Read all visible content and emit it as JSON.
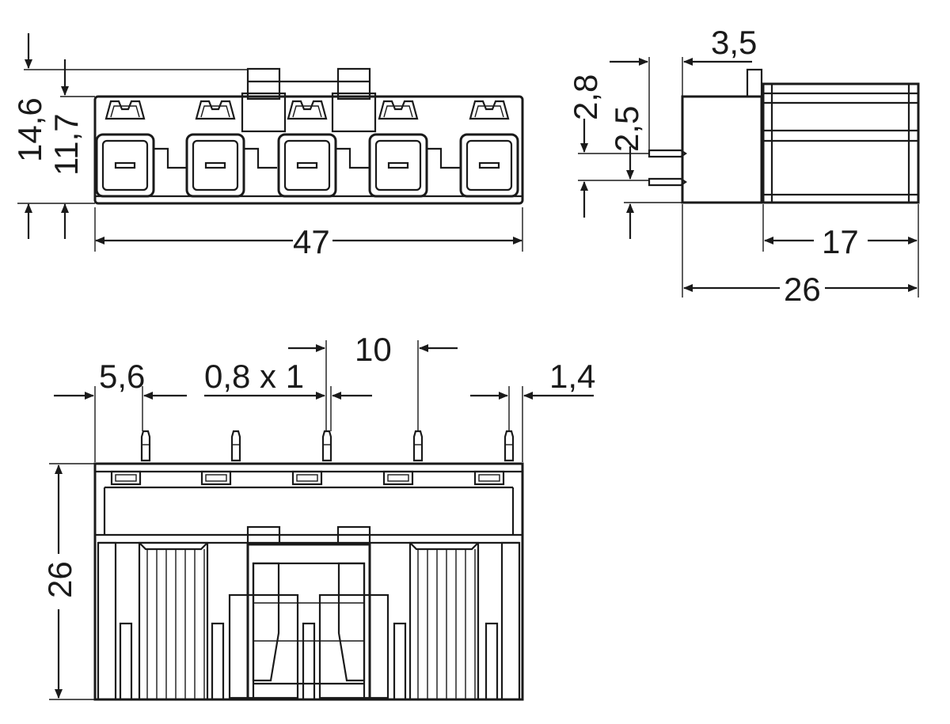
{
  "dimensions": {
    "height_total": "14,6",
    "height_body": "11,7",
    "width": "47",
    "pin_offset": "2,8",
    "pin_offset_inner": "2,5",
    "flange": "3,5",
    "depth_body": "17",
    "depth_total": "26",
    "pitch": "10",
    "pin_size": "0,8 x 1",
    "edge_to_pin": "5,6",
    "pin_to_edge": "1,4",
    "length_bottom": "26"
  },
  "colors": {
    "ink": "#1a1a1a",
    "background": "#ffffff"
  }
}
